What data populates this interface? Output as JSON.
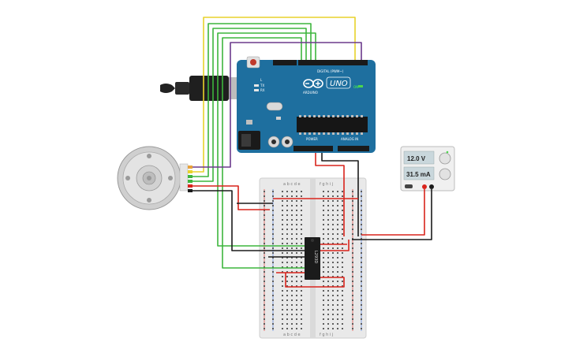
{
  "arduino": {
    "brand": "ARDUINO",
    "model": "UNO",
    "digital_header": "DIGITAL (PWM~)",
    "power_header": "POWER",
    "analog_header": "ANALOG IN",
    "on_label": "ON",
    "tx_label": "TX",
    "rx_label": "RX",
    "l_label": "L"
  },
  "chip": {
    "label": "L293D"
  },
  "breadboard": {
    "columns_left": "a b c d e",
    "columns_right": "f g h i j"
  },
  "power_supply": {
    "voltage": "12.0 V",
    "current": "31.5 mA"
  },
  "colors": {
    "arduino_board": "#1e6f9f",
    "wire_red": "#d9241c",
    "wire_black": "#1b1b1b",
    "wire_green": "#3db53d",
    "wire_yellow": "#e8d22b",
    "wire_purple": "#6b3a8c"
  }
}
